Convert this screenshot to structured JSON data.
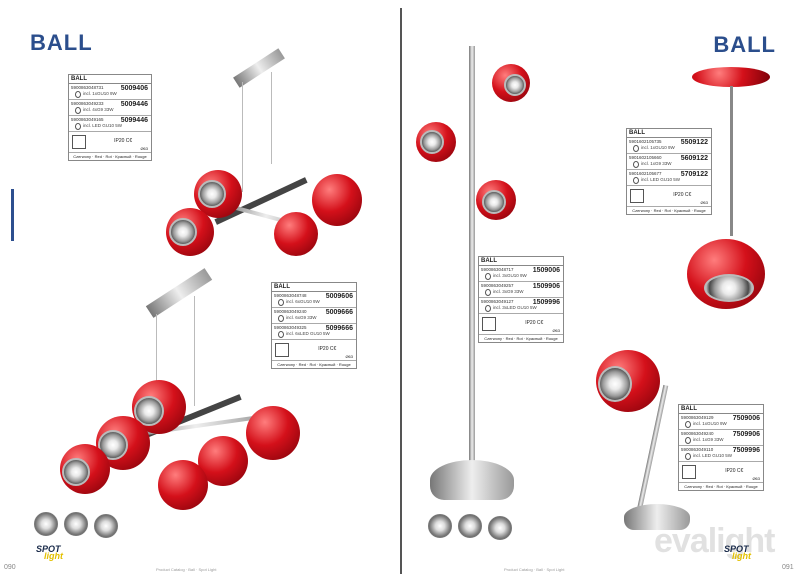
{
  "left_page": {
    "title": "BALL",
    "page_number": "090",
    "footer": "Product Catalog · Ball · Spot Light",
    "spec_top": {
      "name": "BALL",
      "rows": [
        {
          "ean": "5900863048731",
          "code": "5009406",
          "bulb": "incl. 1xGU10 9W"
        },
        {
          "ean": "5900863049233",
          "code": "5009446",
          "bulb": "incl. 4xG9 33W"
        },
        {
          "ean": "5900863049165",
          "code": "5099446",
          "bulb": "incl. LED GU10 5W"
        }
      ],
      "ip": "IP20 C€",
      "dims": "Ø63",
      "colors": "Czerwony · Red · Rot · Красный · Rouge"
    },
    "spec_bottom": {
      "name": "BALL",
      "rows": [
        {
          "ean": "5900863048748",
          "code": "5009606",
          "bulb": "incl. 6xGU10 9W"
        },
        {
          "ean": "5900863049240",
          "code": "5009666",
          "bulb": "incl. 6xG9 33W"
        },
        {
          "ean": "5900863049325",
          "code": "5099666",
          "bulb": "incl. 6xLED GU10 5W"
        }
      ],
      "ip": "IP20 C€",
      "dims": "Ø63",
      "colors": "Czerwony · Red · Rot · Красный · Rouge"
    },
    "logo": {
      "spot": "SPOT",
      "light": "light"
    }
  },
  "right_page": {
    "title": "BALL",
    "page_number": "091",
    "footer": "Product Catalog · Ball · Spot Light",
    "spec_floor": {
      "name": "BALL",
      "rows": [
        {
          "ean": "5900863048717",
          "code": "1509006",
          "bulb": "incl. 3xGU10 9W"
        },
        {
          "ean": "5900863049257",
          "code": "1509906",
          "bulb": "incl. 3xG9 33W"
        },
        {
          "ean": "5900863049127",
          "code": "1509996",
          "bulb": "incl. 3xLED GU10 5W"
        }
      ],
      "ip": "IP20 C€",
      "dims": "Ø63",
      "colors": "Czerwony · Red · Rot · Красный · Rouge"
    },
    "spec_pendant": {
      "name": "BALL",
      "rows": [
        {
          "ean": "5901602105735",
          "code": "5509122",
          "bulb": "incl. 1xGU10 9W"
        },
        {
          "ean": "5901602105660",
          "code": "5609122",
          "bulb": "incl. 1xG9 33W"
        },
        {
          "ean": "5901602105677",
          "code": "5709122",
          "bulb": "incl. LED GU10 5W"
        }
      ],
      "ip": "IP20 C€",
      "dims": "Ø63",
      "colors": "Czerwony · Red · Rot · Красный · Rouge"
    },
    "spec_desk": {
      "name": "BALL",
      "rows": [
        {
          "ean": "5900863049129",
          "code": "7509006",
          "bulb": "incl. 1xGU10 9W"
        },
        {
          "ean": "5900863049240",
          "code": "7509906",
          "bulb": "incl. 1xG9 33W"
        },
        {
          "ean": "5900863049110",
          "code": "7509996",
          "bulb": "incl. LED GU10 5W"
        }
      ],
      "ip": "IP20 C€",
      "dims": "Ø63",
      "colors": "Czerwony · Red · Rot · Красный · Rouge"
    },
    "logo": {
      "spot": "SPOT",
      "light": "light"
    },
    "watermark": "evalight"
  }
}
